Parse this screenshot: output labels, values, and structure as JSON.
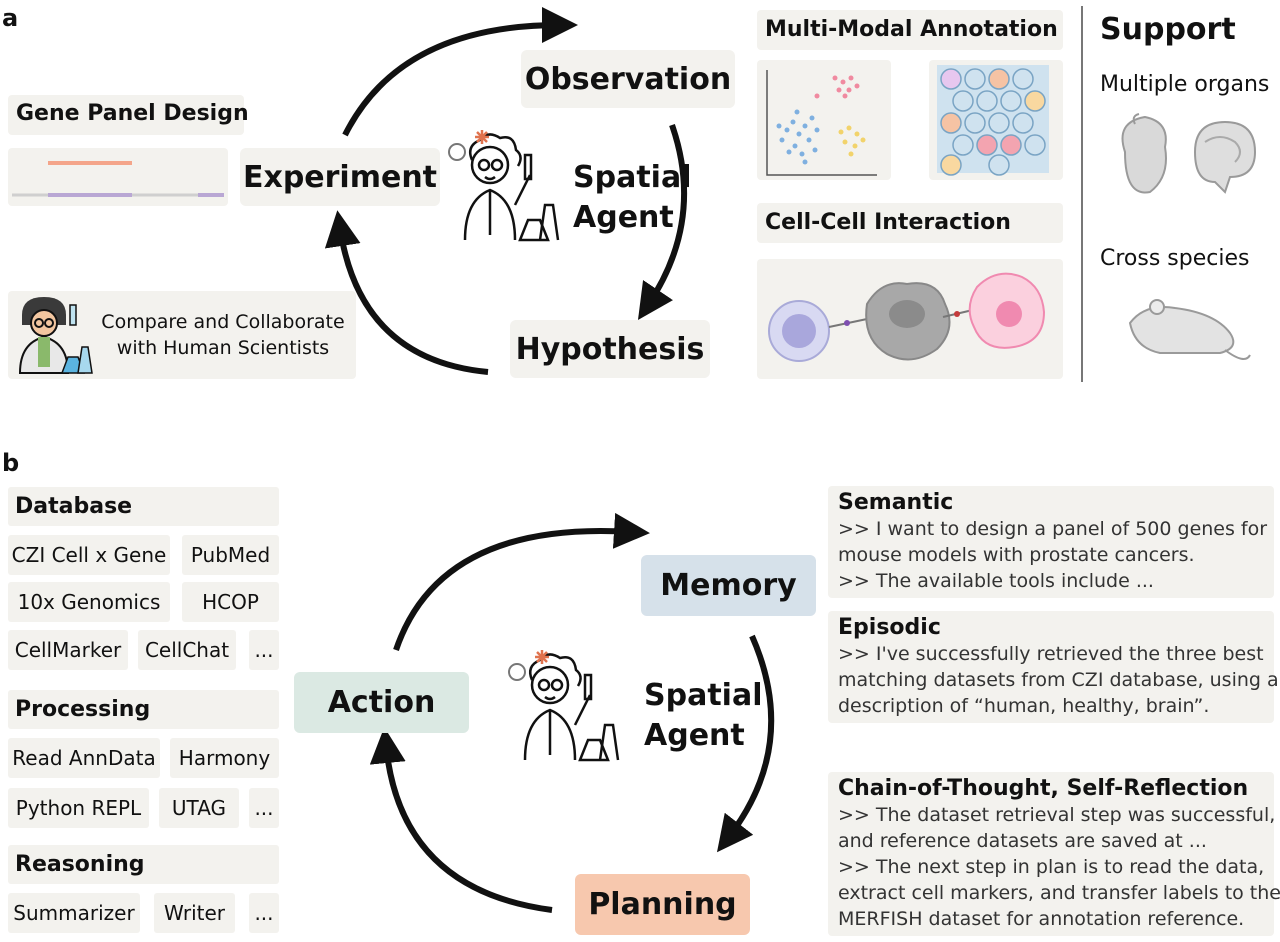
{
  "panel_a": {
    "letter": "a",
    "cycle": {
      "observation": "Observation",
      "experiment": "Experiment",
      "hypothesis": "Hypothesis"
    },
    "center_label": [
      "Spatial",
      "Agent"
    ],
    "gene_panel": "Gene Panel Design",
    "collaborate": [
      "Compare and Collaborate",
      "with Human Scientists"
    ],
    "annotation": "Multi-Modal Annotation",
    "interaction": "Cell-Cell Interaction",
    "support": {
      "title": "Support",
      "organs": "Multiple organs",
      "species": "Cross species"
    }
  },
  "panel_b": {
    "letter": "b",
    "cycle": {
      "memory": "Memory",
      "action": "Action",
      "planning": "Planning"
    },
    "center_label": [
      "Spatial",
      "Agent"
    ],
    "tools": {
      "database": {
        "title": "Database",
        "items": [
          "CZI Cell x Gene",
          "PubMed",
          "10x Genomics",
          "HCOP",
          "CellMarker",
          "CellChat",
          "..."
        ]
      },
      "processing": {
        "title": "Processing",
        "items": [
          "Read AnnData",
          "Harmony",
          "Python REPL",
          "UTAG",
          "..."
        ]
      },
      "reasoning": {
        "title": "Reasoning",
        "items": [
          "Summarizer",
          "Writer",
          "..."
        ]
      }
    },
    "memory_types": [
      {
        "title": "Semantic",
        "lines": [
          ">> I want to design a panel of 500 genes for",
          "mouse models with prostate cancers.",
          ">> The available tools include ..."
        ]
      },
      {
        "title": "Episodic",
        "lines": [
          ">> I've successfully retrieved the three best",
          "matching datasets from CZI database, using a",
          "description of “human, healthy, brain”."
        ]
      },
      {
        "title": "Chain-of-Thought, Self-Reflection",
        "lines": [
          ">> The dataset retrieval step was successful,",
          "and reference datasets are saved at ...",
          ">> The next step in plan is to read the data,",
          "extract cell markers, and transfer labels to the",
          "MERFISH dataset for annotation reference."
        ]
      }
    ]
  },
  "colors": {
    "memory": "#d6e1ea",
    "action": "#dbe9e3",
    "planning": "#f7c8ae",
    "box": "#f3f2ee",
    "starburst": "#e0734e"
  }
}
